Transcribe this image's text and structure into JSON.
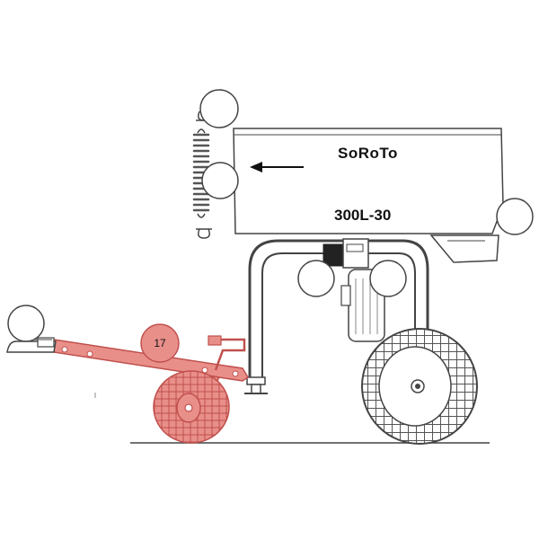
{
  "machine": {
    "brand": "SoRoTo",
    "model": "300L-30"
  },
  "callouts": [
    {
      "number": "17",
      "part": "tow-bar-jockey-wheel"
    }
  ],
  "colors": {
    "line": "#444444",
    "highlight_fill": "#e98f8a",
    "highlight_stroke": "#c0504d",
    "body_fill": "#ffffff"
  }
}
